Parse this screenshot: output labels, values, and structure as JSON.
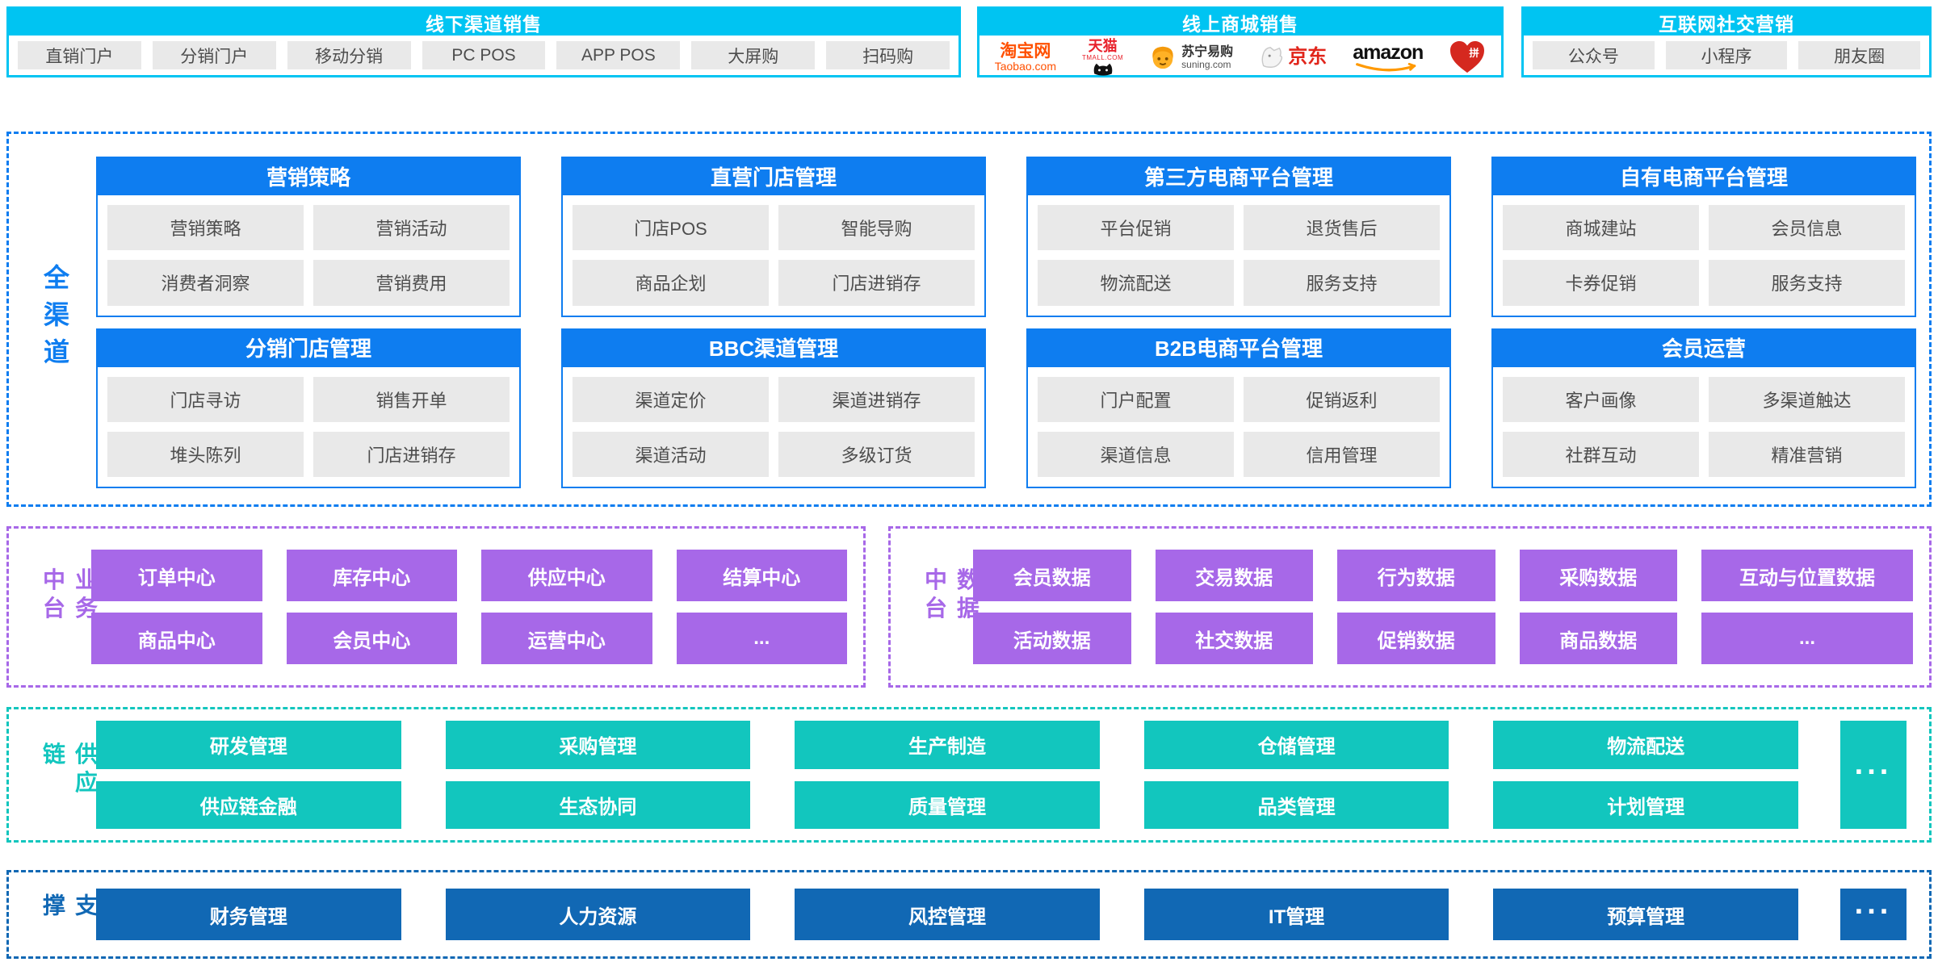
{
  "palette": {
    "cyan": "#00C4F2",
    "blue": "#0E7DF0",
    "purple": "#A768E8",
    "teal": "#12C6BE",
    "navy": "#1168B4",
    "chip_bg": "#E9E9E9",
    "chip_text": "#4D4D4D",
    "taobao_orange": "#FF5000",
    "tmall_red": "#E8212B",
    "jd_red": "#E1251B",
    "amazon_orange": "#FF9900",
    "pinduoduo_red": "#D5281F",
    "suning_yellow": "#FFB125"
  },
  "top": {
    "offline": {
      "title": "线下渠道销售",
      "items": [
        "直销门户",
        "分销门户",
        "移动分销",
        "PC POS",
        "APP POS",
        "大屏购",
        "扫码购"
      ]
    },
    "online": {
      "title": "线上商城销售",
      "logos": {
        "taobao": {
          "name": "淘宝网",
          "sub": "Taobao.com"
        },
        "tmall": {
          "name": "天猫",
          "sub": "TMALL.COM"
        },
        "suning": {
          "name": "苏宁易购",
          "sub": "suning.com"
        },
        "jd": {
          "name": "京东"
        },
        "amazon": {
          "name": "amazon"
        },
        "pinduoduo": {
          "name": "拼"
        }
      }
    },
    "social": {
      "title": "互联网社交营销",
      "items": [
        "公众号",
        "小程序",
        "朋友圈"
      ]
    }
  },
  "omnichannel": {
    "label": "全渠道",
    "cards": [
      {
        "title": "营销策略",
        "items": [
          "营销策略",
          "营销活动",
          "消费者洞察",
          "营销费用"
        ]
      },
      {
        "title": "直营门店管理",
        "items": [
          "门店POS",
          "智能导购",
          "商品企划",
          "门店进销存"
        ]
      },
      {
        "title": "第三方电商平台管理",
        "items": [
          "平台促销",
          "退货售后",
          "物流配送",
          "服务支持"
        ]
      },
      {
        "title": "自有电商平台管理",
        "items": [
          "商城建站",
          "会员信息",
          "卡券促销",
          "服务支持"
        ]
      },
      {
        "title": "分销门店管理",
        "items": [
          "门店寻访",
          "销售开单",
          "堆头陈列",
          "门店进销存"
        ]
      },
      {
        "title": "BBC渠道管理",
        "items": [
          "渠道定价",
          "渠道进销存",
          "渠道活动",
          "多级订货"
        ]
      },
      {
        "title": "B2B电商平台管理",
        "items": [
          "门户配置",
          "促销返利",
          "渠道信息",
          "信用管理"
        ]
      },
      {
        "title": "会员运营",
        "items": [
          "客户画像",
          "多渠道触达",
          "社群互动",
          "精准营销"
        ]
      }
    ]
  },
  "business_center": {
    "label": "业务中台",
    "boxes": [
      "订单中心",
      "库存中心",
      "供应中心",
      "结算中心",
      "商品中心",
      "会员中心",
      "运营中心",
      "..."
    ]
  },
  "data_center": {
    "label": "数据中台",
    "boxes": [
      "会员数据",
      "交易数据",
      "行为数据",
      "采购数据",
      "互动与位置数据",
      "活动数据",
      "社交数据",
      "促销数据",
      "商品数据",
      "..."
    ]
  },
  "supply_chain": {
    "label": "供应链",
    "boxes": [
      "研发管理",
      "采购管理",
      "生产制造",
      "仓储管理",
      "物流配送",
      "供应链金融",
      "生态协同",
      "质量管理",
      "品类管理",
      "计划管理"
    ],
    "more": "..."
  },
  "support": {
    "label": "支撑",
    "boxes": [
      "财务管理",
      "人力资源",
      "风控管理",
      "IT管理",
      "预算管理"
    ],
    "more": "..."
  }
}
